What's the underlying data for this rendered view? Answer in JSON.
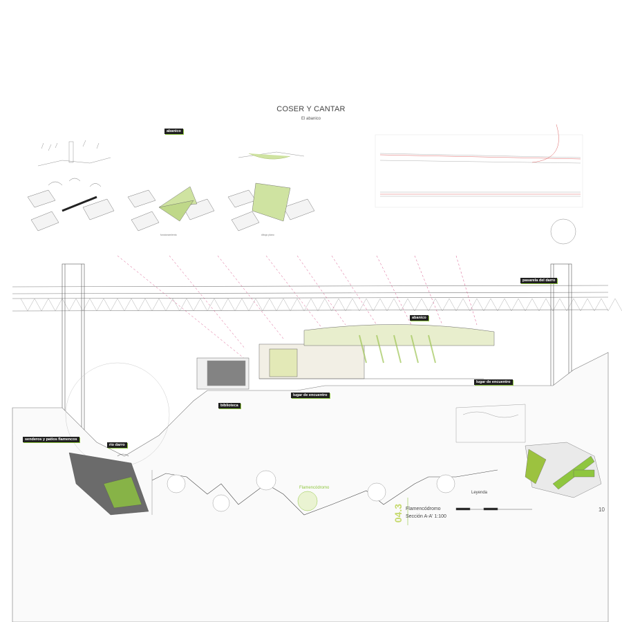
{
  "header": {
    "title": "COSER Y CANTAR",
    "subtitle": "El abanico"
  },
  "labels": {
    "abanico_top": "abanico",
    "abanico_main": "abanico",
    "pasarela": "pasarela del darro",
    "lugar_encuentro_1": "lugar de encuentro",
    "lugar_encuentro_2": "lugar de encuentro",
    "biblioteca": "biblioteca",
    "senderos": "senderos y patios flamencos",
    "rio": "rio darro"
  },
  "sketch_captions": [
    "",
    "funcionamiento",
    "dibujo plano"
  ],
  "route_labels": [
    "Flamencódromo"
  ],
  "sheet": {
    "code": "04.3",
    "name": "Flamencódromo",
    "scale": "Sección A-A' 1:100",
    "legend_title": "Leyenda",
    "page": "10"
  },
  "colors": {
    "accent_green": "#8fc63f",
    "accent_red": "#d33a3a",
    "tag_bg": "#1f1f1f",
    "line": "#666666"
  }
}
